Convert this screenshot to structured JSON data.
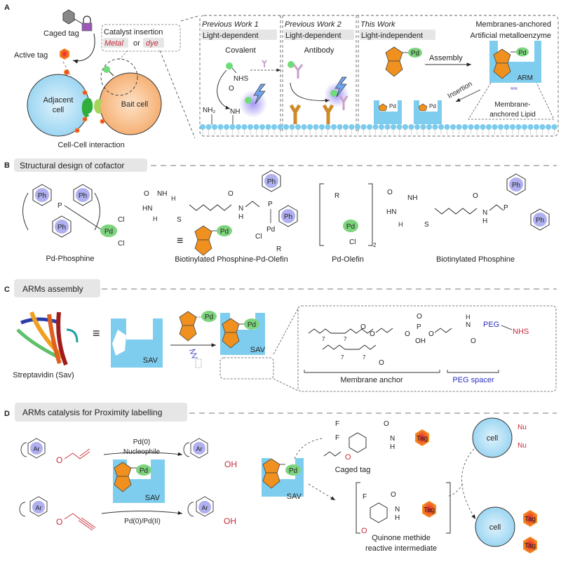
{
  "panels": {
    "A": {
      "letter": "A",
      "caged_tag": "Caged tag",
      "active_tag": "Active tag",
      "catalyst_insertion": "Catalyst insertion",
      "metal": "Metal",
      "or": "or",
      "dye": "dye",
      "adjacent_cell_1": "Adjacent",
      "adjacent_cell_2": "cell",
      "bait_cell": "Bait cell",
      "interaction_caption": "Cell-Cell interaction",
      "prev1_title": "Previous Work 1",
      "prev1_tag": "Light-dependent",
      "prev1_sub": "Covalent",
      "nhs": "NHS",
      "nh2": "NH₂",
      "nh": "NH",
      "o": "O",
      "prev2_title": "Previous Work 2",
      "prev2_tag": "Light-dependent",
      "prev2_sub": "Antibody",
      "this_title": "This Work",
      "this_tag": "Light-independent",
      "arm_title_1": "Membranes-anchored",
      "arm_title_2": "Artificial metalloenzyme",
      "pd": "Pd",
      "assembly": "Assembly",
      "insertion": "Insertion",
      "arm": "ARM",
      "lipid_1": "Membrane-",
      "lipid_2": "anchored Lipid"
    },
    "B": {
      "letter": "B",
      "header": "Structural design of cofactor",
      "ph": "Ph",
      "p": "P",
      "pd": "Pd",
      "cl": "Cl",
      "r": "R",
      "sub2": "2",
      "compounds": [
        "Pd-Phosphine",
        "Biotinylated Phosphine-Pd-Olefin",
        "Pd-Olefin",
        "Biotinylated Phosphine"
      ]
    },
    "C": {
      "letter": "C",
      "header": "ARMs assembly",
      "protein": "Streptavidin (Sav)",
      "sav": "SAV",
      "pd": "Pd",
      "peg": "PEG",
      "nhs": "NHS",
      "oh": "OH",
      "n7": "7",
      "membrane_anchor": "Membrane anchor",
      "peg_spacer": "PEG spacer"
    },
    "D": {
      "letter": "D",
      "header": "ARMs catalysis for Proximity labelling",
      "ar": "Ar",
      "oh": "OH",
      "cond1_top": "Pd(0)",
      "cond1_bottom": "Nucleophile",
      "cond2": "Pd(0)/Pd(II)",
      "sav": "SAV",
      "pd": "Pd",
      "caged_tag": "Caged tag",
      "tag": "Tag",
      "f": "F",
      "qm_1": "Quinone methide",
      "qm_2": "reactive intermediate",
      "cell": "cell",
      "nu": "Nu"
    }
  },
  "colors": {
    "red_text": "#c8293a",
    "blue_text": "#2b2fbf",
    "sav_blue": "#7fcdee",
    "orange": "#f0901e",
    "green_pd": "#7ed47e",
    "purple_ph": "#b0b0f0",
    "cell_blue": "#b8e2f6",
    "cell_orange": "#f7b987",
    "membrane": "#7ccbec",
    "gray_box": "#e6e6e6"
  }
}
